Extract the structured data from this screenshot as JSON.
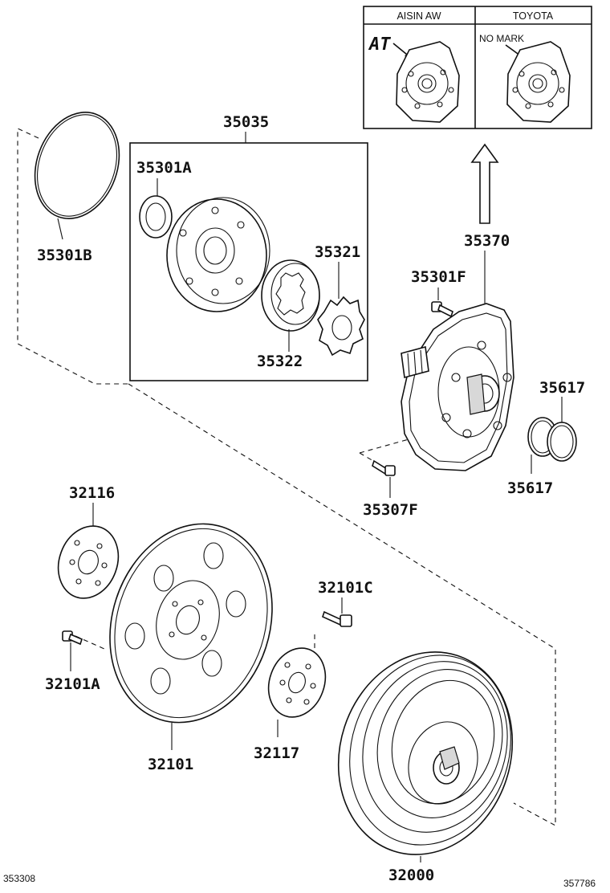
{
  "variant_box": {
    "left_header": "AISIN AW",
    "right_header": "TOYOTA",
    "left_mark": "AT",
    "right_mark": "NO MARK"
  },
  "parts": {
    "p35035": "35035",
    "p35301A": "35301A",
    "p35301B": "35301B",
    "p35321": "35321",
    "p35322": "35322",
    "p35370": "35370",
    "p35301F": "35301F",
    "p35617a": "35617",
    "p35617b": "35617",
    "p35307F": "35307F",
    "p32116": "32116",
    "p32101C": "32101C",
    "p32101A": "32101A",
    "p32101": "32101",
    "p32117": "32117",
    "p32000": "32000"
  },
  "footer": {
    "left_code": "353308",
    "right_code": "357786"
  }
}
